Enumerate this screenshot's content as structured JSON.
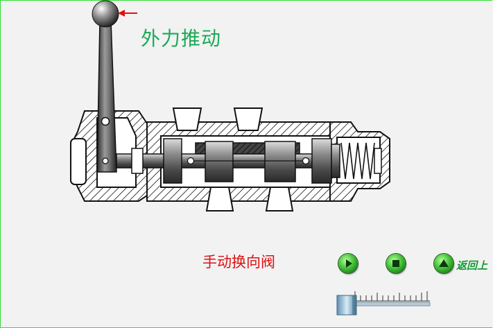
{
  "heading": "外力推动",
  "caption": "手动换向阀",
  "controls": {
    "play_icon": "play-triangle",
    "stop_icon": "stop-square",
    "back_icon": "up-triangle",
    "back_label": "返回上"
  },
  "colors": {
    "heading": "#1aaa55",
    "caption": "#dd1111",
    "frame_border": "#33dd33",
    "button_green": "#44c23a",
    "arrow_red": "#dd1111"
  }
}
